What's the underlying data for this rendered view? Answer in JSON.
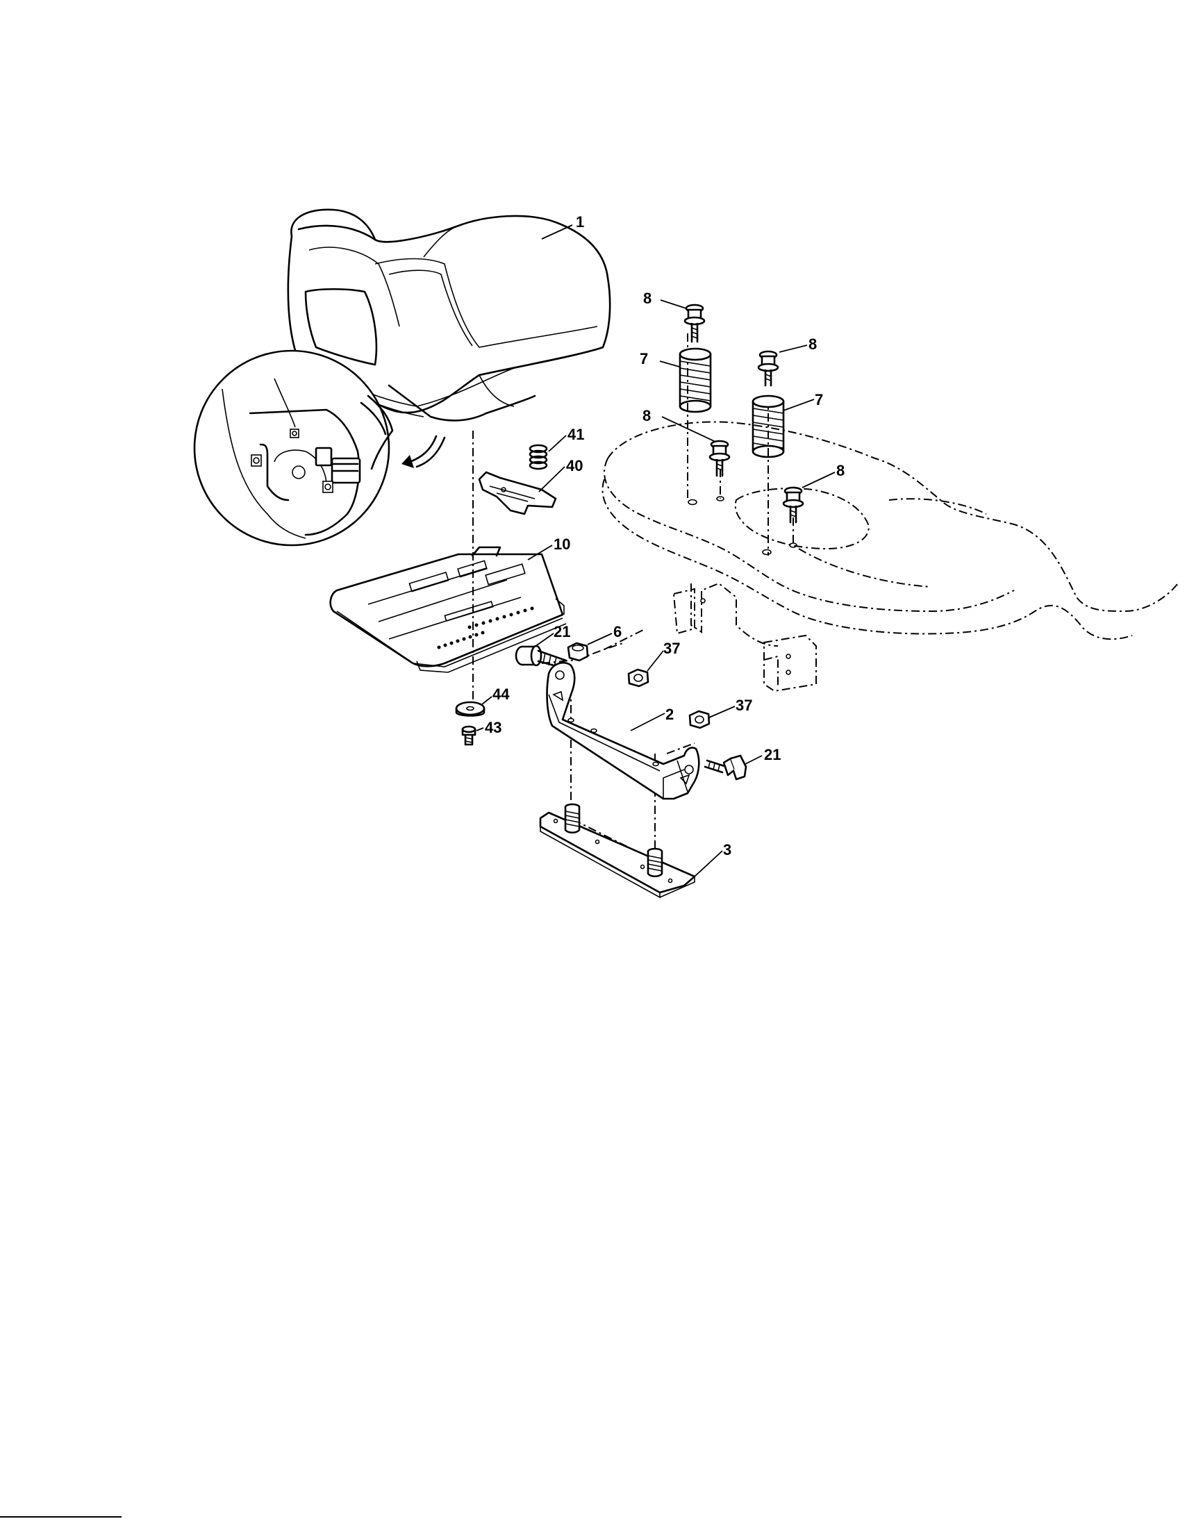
{
  "diagram": {
    "parts": [
      {
        "id": "seat",
        "label": "1"
      },
      {
        "id": "seat-mounting-bracket",
        "label": "2"
      },
      {
        "id": "bottom-plate",
        "label": "3"
      },
      {
        "id": "nut-top",
        "label": "6"
      },
      {
        "id": "spring-left",
        "label": "7"
      },
      {
        "id": "spring-right",
        "label": "7"
      },
      {
        "id": "bolt-top-left",
        "label": "8"
      },
      {
        "id": "bolt-top-right",
        "label": "8"
      },
      {
        "id": "bolt-mid-left",
        "label": "8"
      },
      {
        "id": "bolt-mid-right",
        "label": "8"
      },
      {
        "id": "seat-pan",
        "label": "10"
      },
      {
        "id": "shoulder-bolt-left",
        "label": "21"
      },
      {
        "id": "shoulder-bolt-right",
        "label": "21"
      },
      {
        "id": "lock-nut-upper",
        "label": "37"
      },
      {
        "id": "lock-nut-lower",
        "label": "37"
      },
      {
        "id": "switch-bracket",
        "label": "40"
      },
      {
        "id": "small-spring",
        "label": "41"
      },
      {
        "id": "screw",
        "label": "43"
      },
      {
        "id": "washer",
        "label": "44"
      }
    ]
  }
}
